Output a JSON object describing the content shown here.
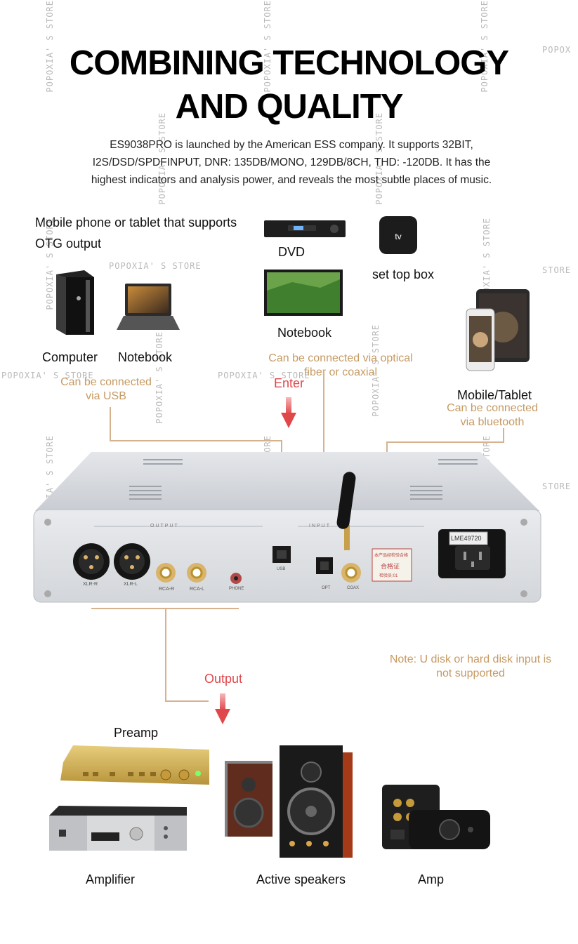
{
  "title": {
    "line1": "COMBINING TECHNOLOGY",
    "line2": "AND QUALITY"
  },
  "description": "ES9038PRO is launched by the American ESS company. It supports 32BIT, I2S/DSD/SPDFINPUT, DNR: 135DB/MONO, 129DB/8CH, THD: -120DB. It has the highest indicators and analysis power, and reveals the most subtle places of music.",
  "inputs": {
    "otg_label": "Mobile phone or tablet that supports OTG output",
    "computer": "Computer",
    "notebook_usb": "Notebook",
    "usb_note": "Can be connected via USB",
    "dvd": "DVD",
    "settop": "set top box",
    "notebook_optical": "Notebook",
    "optical_note": "Can be connected via optical fiber or coaxial",
    "enter": "Enter",
    "mobile_tablet": "Mobile/Tablet",
    "bt_note": "Can be connected via bluetooth"
  },
  "device": {
    "output_section": "OUTPUT",
    "input_section": "INPUT",
    "port_xlr_r": "XLR-R",
    "port_xlr_l": "XLR-L",
    "port_rca_r": "RCA-R",
    "port_rca_l": "RCA-L",
    "port_phone": "PHONE",
    "port_usb": "USB",
    "port_opt": "OPT",
    "port_coax": "COAX",
    "sticker_model": "LME49720",
    "cert_top": "本产品经检验合格",
    "cert_mid": "合格证",
    "cert_bot": "检验员:01"
  },
  "outputs": {
    "output": "Output",
    "disk_note": "Note: U disk or hard disk input is not supported",
    "preamp": "Preamp",
    "amplifier": "Amplifier",
    "speakers": "Active speakers",
    "amp": "Amp"
  },
  "watermark": {
    "text": "POPOXIA' S STORE",
    "short": "POPOX",
    "tail": "STORE"
  },
  "colors": {
    "accent_line": "#d6b28f",
    "note_text": "#c69a62",
    "arrow_red": "#e0474b"
  }
}
